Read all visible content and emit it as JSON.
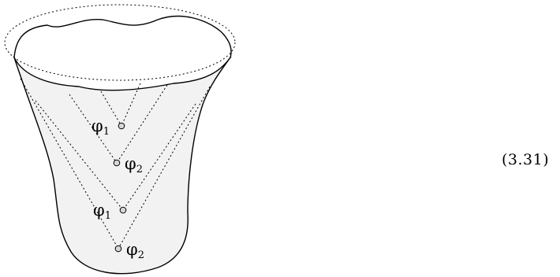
{
  "equation_number": "(3.31)",
  "operators": [
    {
      "symbol": "φ",
      "subscript": "1"
    },
    {
      "symbol": "φ",
      "subscript": "2"
    },
    {
      "symbol": "φ",
      "subscript": "1"
    },
    {
      "symbol": "φ",
      "subscript": "2"
    }
  ],
  "colors": {
    "surface_fill": "#f2f2f2",
    "outline": "#000000",
    "operator_fill": "#d6d6d6"
  }
}
